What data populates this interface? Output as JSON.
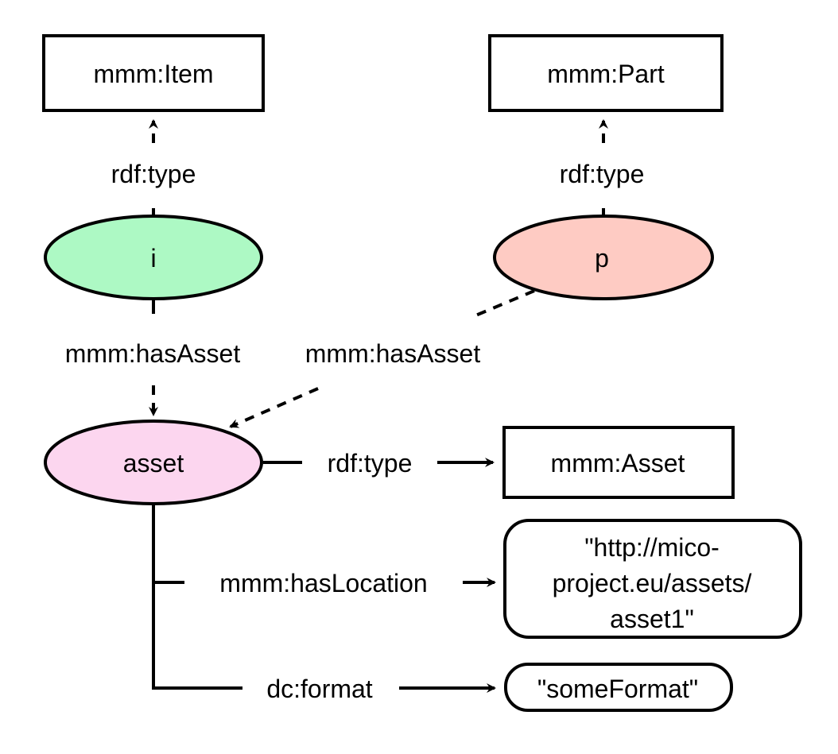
{
  "nodes": {
    "item_type": {
      "label": "mmm:Item"
    },
    "part_type": {
      "label": "mmm:Part"
    },
    "i": {
      "label": "i",
      "color": "#adf9c4"
    },
    "p": {
      "label": "p",
      "color": "#fecbc3"
    },
    "asset": {
      "label": "asset",
      "color": "#fcd6ef"
    },
    "asset_type": {
      "label": "mmm:Asset"
    },
    "location": {
      "lines": [
        "\"http://mico-",
        "project.eu/assets/",
        "asset1\""
      ]
    },
    "format": {
      "label": "\"someFormat\""
    }
  },
  "edges": {
    "i_type": {
      "label": "rdf:type"
    },
    "p_type": {
      "label": "rdf:type"
    },
    "i_has_asset": {
      "label": "mmm:hasAsset"
    },
    "p_has_asset": {
      "label": "mmm:hasAsset"
    },
    "asset_type": {
      "label": "rdf:type"
    },
    "asset_location": {
      "label": "mmm:hasLocation"
    },
    "asset_format": {
      "label": "dc:format"
    }
  }
}
